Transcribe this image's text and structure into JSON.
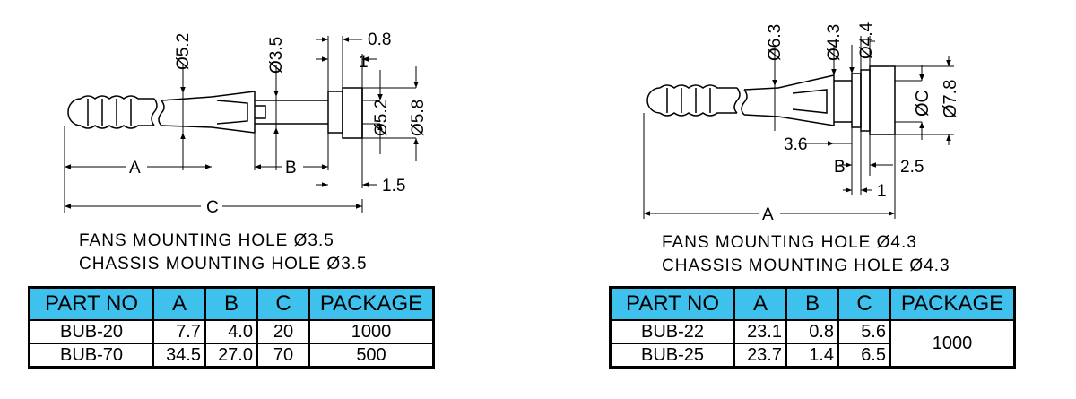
{
  "left": {
    "dims": {
      "d52_top": "Ø5.2",
      "d35_top": "Ø3.5",
      "d08": "0.8",
      "d1": "1",
      "d52_right": "Ø5.2",
      "d58": "Ø5.8",
      "a": "A",
      "b": "B",
      "d15": "1.5",
      "c": "C"
    },
    "notes": [
      "FANS MOUNTING HOLE Ø3.5",
      "CHASSIS MOUNTING HOLE Ø3.5"
    ],
    "table": {
      "headers": [
        "PART NO",
        "A",
        "B",
        "C",
        "PACKAGE"
      ],
      "rows": [
        [
          "BUB-20",
          "7.7",
          "4.0",
          "20",
          "1000"
        ],
        [
          "BUB-70",
          "34.5",
          "27.0",
          "70",
          "500"
        ]
      ]
    }
  },
  "right": {
    "dims": {
      "d63": "Ø6.3",
      "d43_top": "Ø4.3",
      "d44": "Ø4.4",
      "dc": "ØC",
      "d78": "Ø7.8",
      "d36": "3.6",
      "b": "B",
      "d25": "2.5",
      "d1": "1",
      "a": "A"
    },
    "notes": [
      "FANS MOUNTING HOLE Ø4.3",
      "CHASSIS MOUNTING HOLE Ø4.3"
    ],
    "table": {
      "headers": [
        "PART NO",
        "A",
        "B",
        "C",
        "PACKAGE"
      ],
      "rows": [
        [
          "BUB-22",
          "23.1",
          "0.8",
          "5.6"
        ],
        [
          "BUB-25",
          "23.7",
          "1.4",
          "6.5"
        ]
      ],
      "package": "1000"
    }
  },
  "colors": {
    "header_bg": "#3fc1ee",
    "ink": "#000000"
  }
}
